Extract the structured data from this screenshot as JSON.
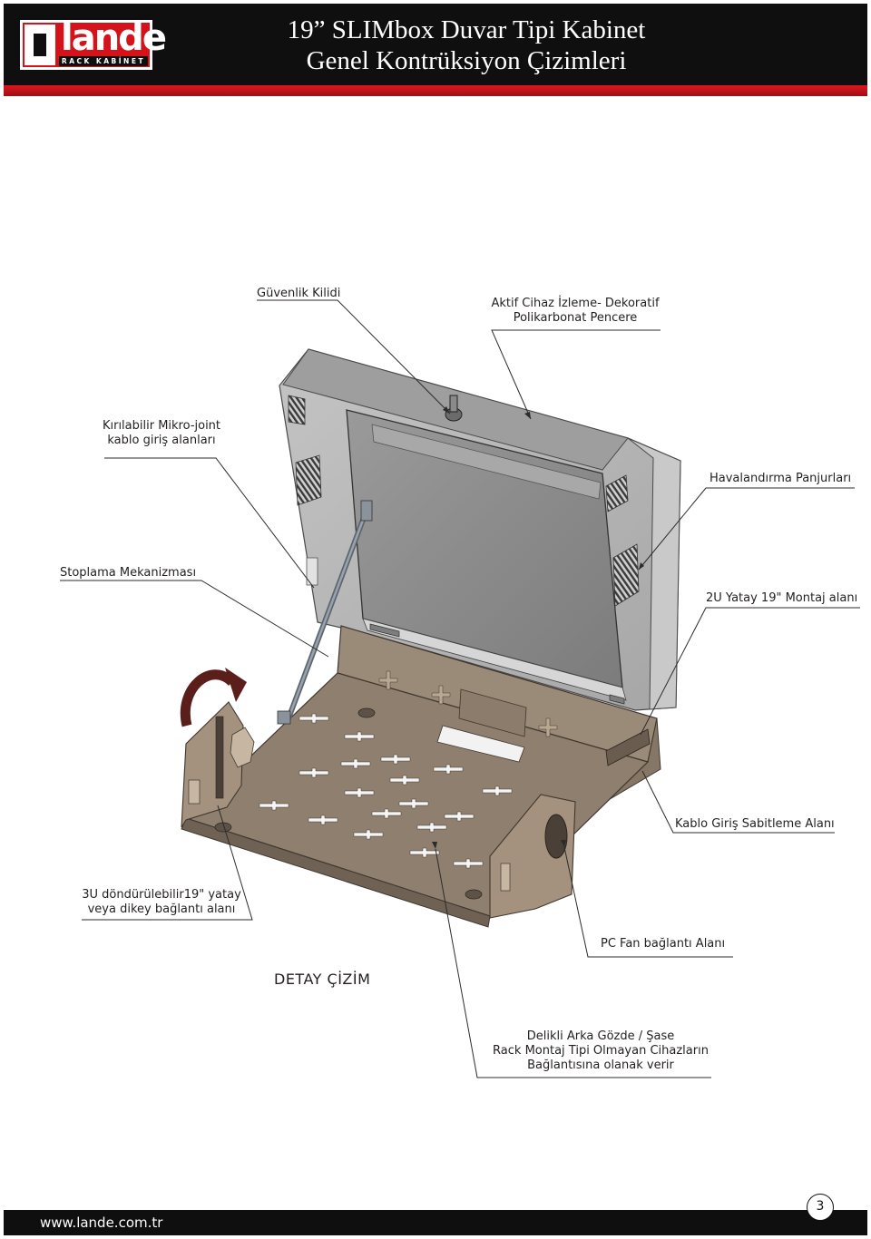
{
  "header": {
    "logo": {
      "word": "lande",
      "sub": "RACK KABİNET"
    },
    "title_line1": "19” SLIMbox Duvar Tipi Kabinet",
    "title_line2": "Genel Kontrüksiyon Çizimleri"
  },
  "colors": {
    "header_bg": "#0f0f0f",
    "brand_red": "#d3121a",
    "drawing_body": "#8e7f6e",
    "lid_gray": "#b5b5b5",
    "window_gray": "#8c8c8c",
    "rotate_arrow": "#5a1f1b"
  },
  "callouts": {
    "guvenlik_kilidi": "Güvenlik Kilidi",
    "aktif_cihaz_1": "Aktif Cihaz İzleme- Dekoratif",
    "aktif_cihaz_2": "Polikarbonat Pencere",
    "mikro_joint_1": "Kırılabilir Mikro-joint",
    "mikro_joint_2": "kablo giriş alanları",
    "havalandirma": "Havalandırma Panjurları",
    "stoplama": "Stoplama Mekanizması",
    "montaj_2u": "2U Yatay 19\" Montaj alanı",
    "kablo_giris": "Kablo Giriş Sabitleme Alanı",
    "donen_3u_1": "3U döndürülebilir19\" yatay",
    "donen_3u_2": "veya dikey bağlantı alanı",
    "pc_fan": "PC Fan bağlantı Alanı",
    "arka_gozde_1": "Delikli Arka Gözde / Şase",
    "arka_gozde_2": "Rack Montaj Tipi Olmayan Cihazların",
    "arka_gozde_3": "Bağlantısına olanak verir"
  },
  "detail_title": "DETAY ÇİZİM",
  "footer": {
    "url": "www.lande.com.tr",
    "page": "3"
  }
}
